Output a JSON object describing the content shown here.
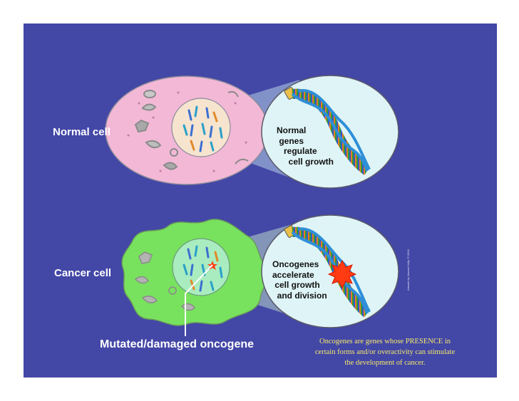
{
  "labels": {
    "normal_cell": "Normal cell",
    "cancer_cell": "Cancer cell",
    "mutated_oncogene": "Mutated/damaged oncogene"
  },
  "bubbles": {
    "normal_genes": "Normal\n genes\n   regulate\n     cell growth",
    "oncogenes": "Oncogenes\naccelerate\n cell growth\n  and division"
  },
  "footnote": "Oncogenes are genes whose PRESENCE in certain forms and/or overactivity can stimulate the development of cancer.",
  "credit": "Artwork by Jeanne Kelly. © 2004",
  "colors": {
    "background": "#4347a6",
    "normal_cell": "#f3b8d6",
    "cancer_cell": "#78e25e",
    "magnifier_bubble": "#dff4f6",
    "footnote_text": "#f6ea6a",
    "mutation_star": "#ff3b14"
  }
}
